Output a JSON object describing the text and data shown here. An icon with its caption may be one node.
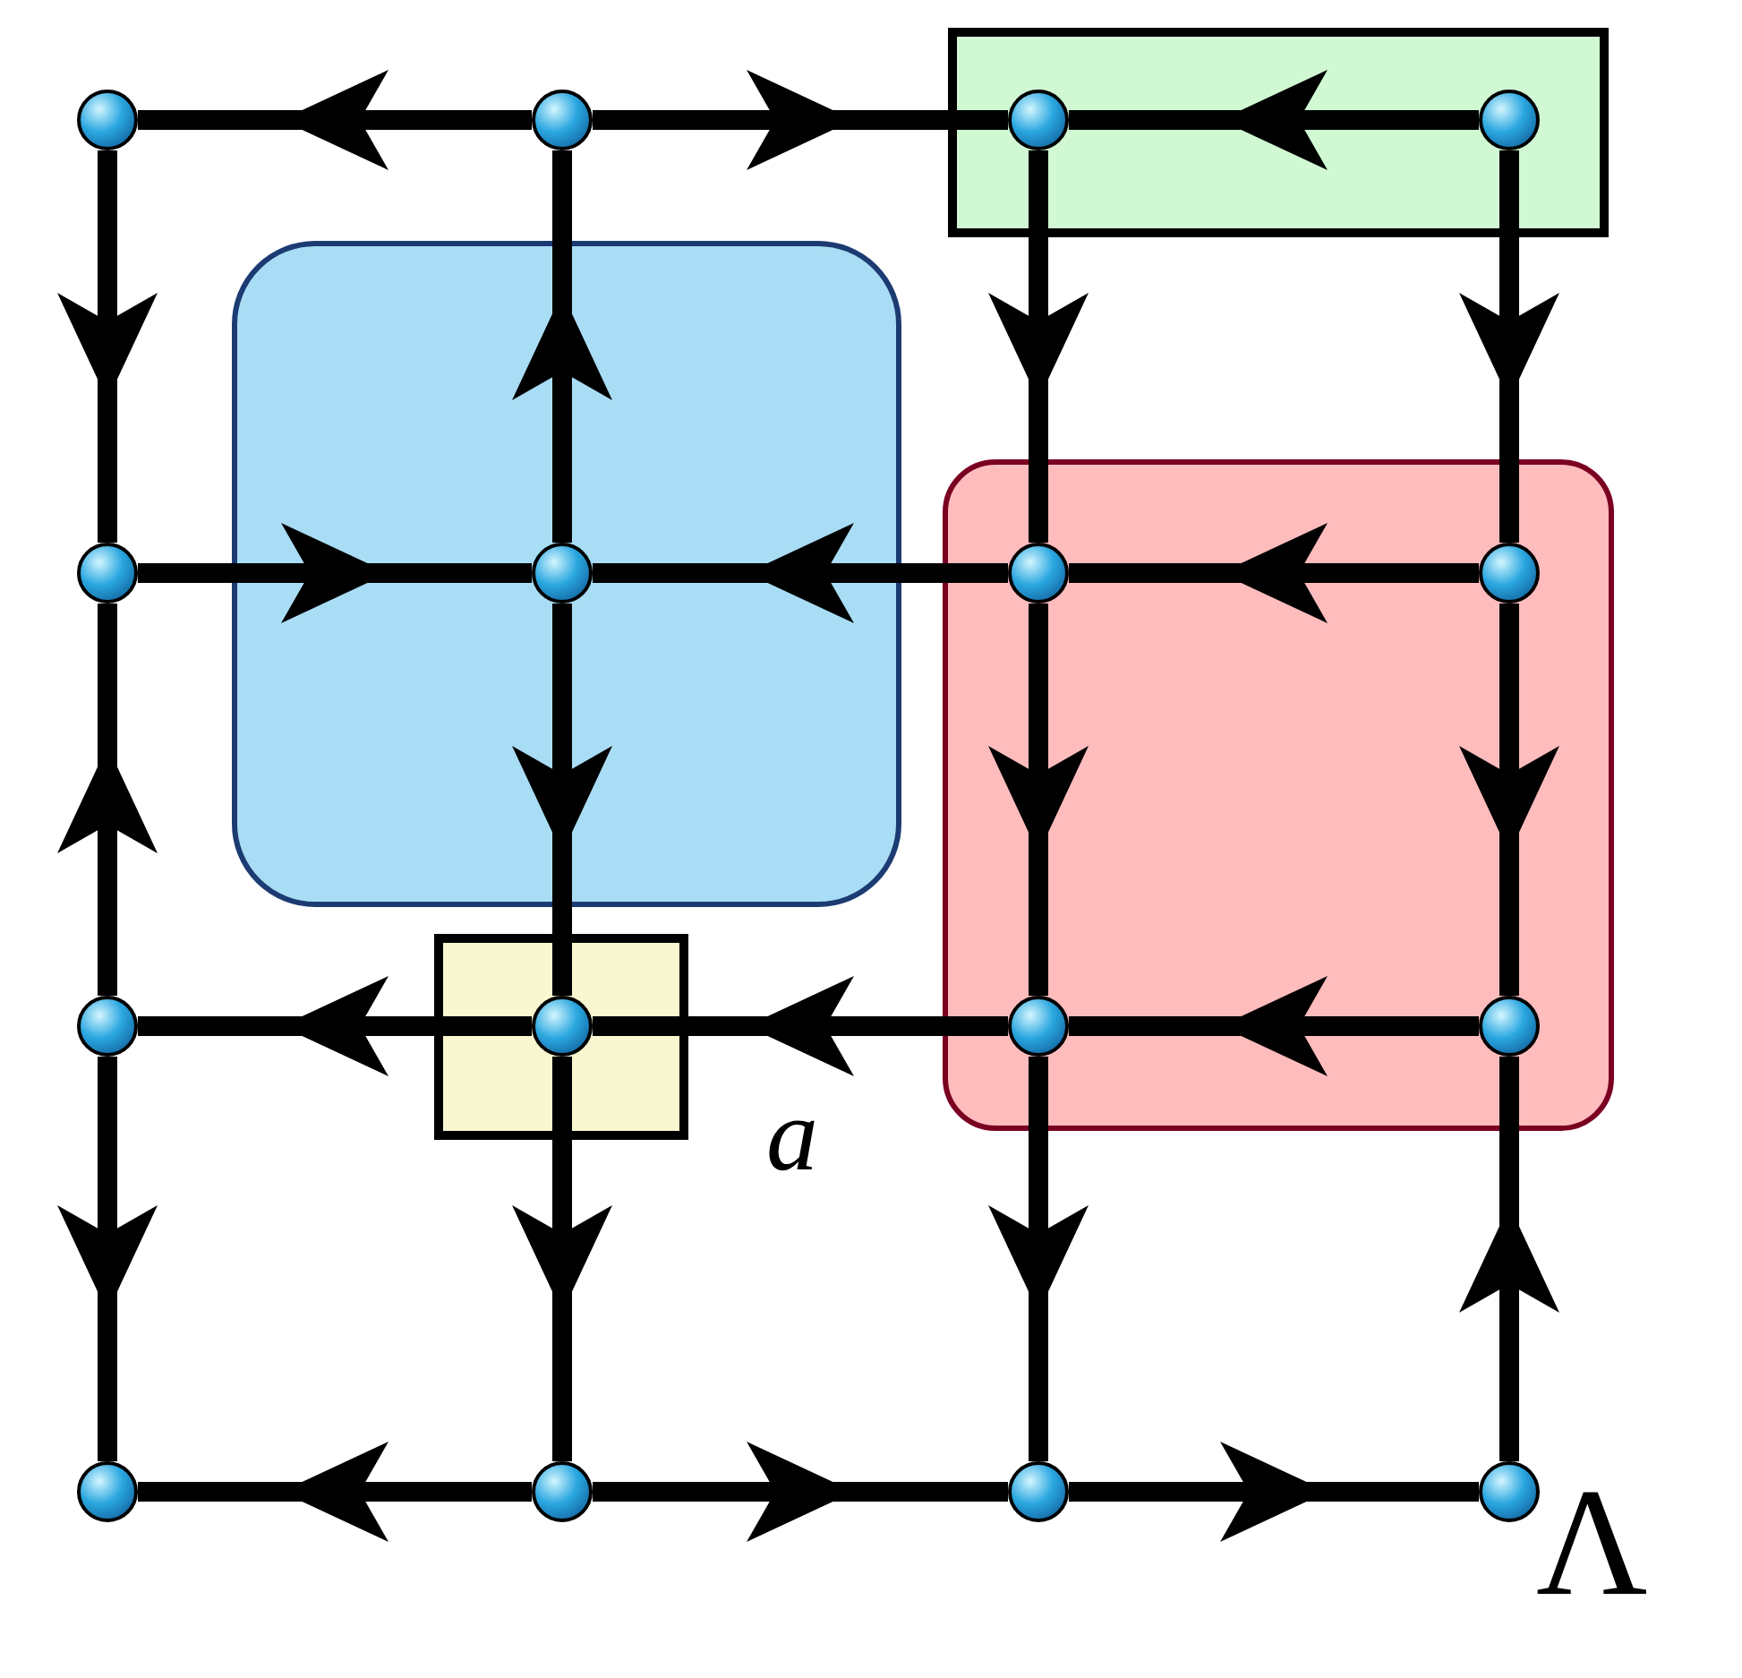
{
  "diagram": {
    "nodes": [
      {
        "text": [],
        "shape": "circle"
      },
      {
        "text": [],
        "shape": "circle"
      },
      {
        "text": [],
        "shape": "circle"
      },
      {
        "text": [],
        "shape": "circle"
      },
      {
        "text": [],
        "shape": "circle"
      },
      {
        "text": [],
        "shape": "circle"
      },
      {
        "text": [],
        "shape": "circle"
      },
      {
        "text": [],
        "shape": "circle"
      },
      {
        "text": [],
        "shape": "circle"
      },
      {
        "text": [],
        "shape": "circle"
      },
      {
        "text": [],
        "shape": "circle"
      },
      {
        "text": [],
        "shape": "circle"
      },
      {
        "text": [],
        "shape": "circle"
      },
      {
        "text": [],
        "shape": "circle"
      },
      {
        "text": [],
        "shape": "circle"
      },
      {
        "text": [],
        "shape": "circle"
      }
    ],
    "edges": [
      {
        "from": 1,
        "to": 0,
        "arrow": "to"
      },
      {
        "from": 1,
        "to": 2,
        "arrow": "to"
      },
      {
        "from": 3,
        "to": 2,
        "arrow": "to"
      },
      {
        "from": 4,
        "to": 5,
        "arrow": "to"
      },
      {
        "from": 6,
        "to": 5,
        "arrow": "to"
      },
      {
        "from": 7,
        "to": 6,
        "arrow": "to"
      },
      {
        "from": 9,
        "to": 8,
        "arrow": "to"
      },
      {
        "from": 10,
        "to": 9,
        "arrow": "to"
      },
      {
        "from": 11,
        "to": 10,
        "arrow": "to"
      },
      {
        "from": 13,
        "to": 12,
        "arrow": "to"
      },
      {
        "from": 13,
        "to": 14,
        "arrow": "to"
      },
      {
        "from": 14,
        "to": 15,
        "arrow": "to"
      },
      {
        "from": 0,
        "to": 4,
        "arrow": "to"
      },
      {
        "from": 8,
        "to": 4,
        "arrow": "to"
      },
      {
        "from": 8,
        "to": 12,
        "arrow": "to"
      },
      {
        "from": 5,
        "to": 1,
        "arrow": "to"
      },
      {
        "from": 5,
        "to": 9,
        "arrow": "to"
      },
      {
        "from": 9,
        "to": 13,
        "arrow": "to"
      },
      {
        "from": 2,
        "to": 6,
        "arrow": "to"
      },
      {
        "from": 6,
        "to": 10,
        "arrow": "to"
      },
      {
        "from": 10,
        "to": 14,
        "arrow": "to"
      },
      {
        "from": 3,
        "to": 7,
        "arrow": "to"
      },
      {
        "from": 7,
        "to": 11,
        "arrow": "to"
      },
      {
        "from": 15,
        "to": 11,
        "arrow": "to"
      }
    ],
    "labels": [
      "a",
      "Λ"
    ]
  }
}
